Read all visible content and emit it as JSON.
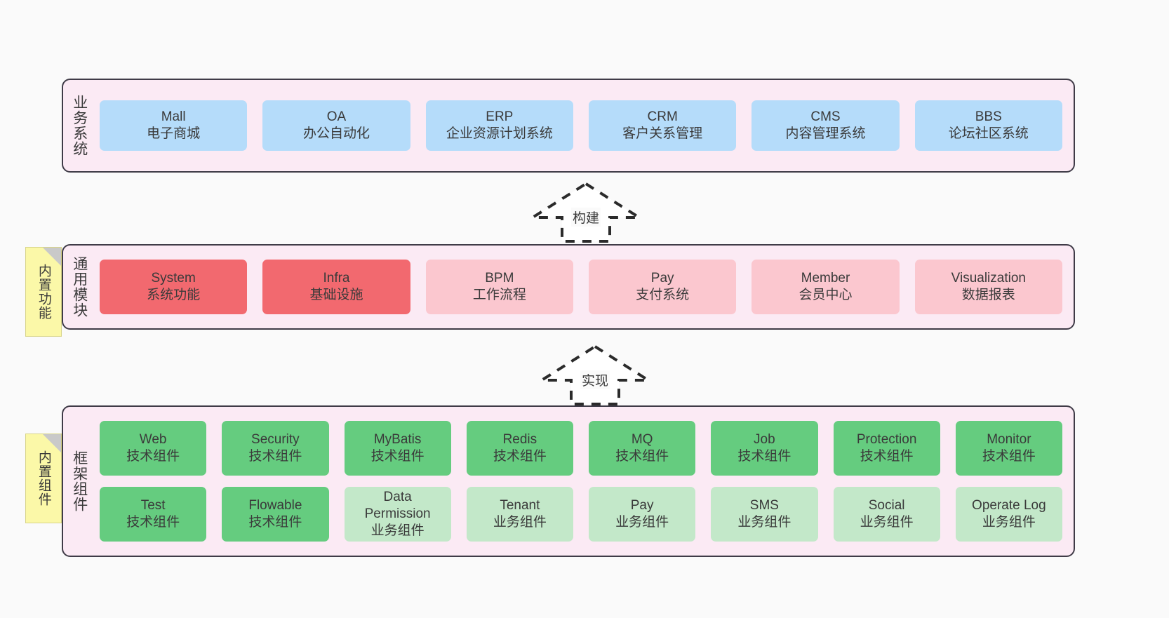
{
  "diagram": {
    "background_color": "#fafafa",
    "panel_color": "#fbeaf4",
    "panel_border_color": "#3f3b47",
    "note_color": "#fbf8a8"
  },
  "layers": [
    {
      "id": "business",
      "title": "业务系统",
      "accent": "#b5dcfa",
      "rows": [
        {
          "cells": [
            {
              "name": "Mall",
              "desc": "电子商城",
              "color": "#b5dcfa"
            },
            {
              "name": "OA",
              "desc": "办公自动化",
              "color": "#b5dcfa"
            },
            {
              "name": "ERP",
              "desc": "企业资源计划系统",
              "color": "#b5dcfa"
            },
            {
              "name": "CRM",
              "desc": "客户关系管理",
              "color": "#b5dcfa"
            },
            {
              "name": "CMS",
              "desc": "内容管理系统",
              "color": "#b5dcfa"
            },
            {
              "name": "BBS",
              "desc": "论坛社区系统",
              "color": "#b5dcfa"
            }
          ]
        }
      ]
    },
    {
      "id": "modules",
      "title": "通用模块",
      "accent": "#f2696f",
      "rows": [
        {
          "cells": [
            {
              "name": "System",
              "desc": "系统功能",
              "color": "#f2696f"
            },
            {
              "name": "Infra",
              "desc": "基础设施",
              "color": "#f2696f"
            },
            {
              "name": "BPM",
              "desc": "工作流程",
              "color": "#fbc7cf"
            },
            {
              "name": "Pay",
              "desc": "支付系统",
              "color": "#fbc7cf"
            },
            {
              "name": "Member",
              "desc": "会员中心",
              "color": "#fbc7cf"
            },
            {
              "name": "Visualization",
              "desc": "数据报表",
              "color": "#fbc7cf"
            }
          ]
        }
      ]
    },
    {
      "id": "framework",
      "title": "框架组件",
      "accent": "#65cc7f",
      "rows": [
        {
          "cells": [
            {
              "name": "Web",
              "desc": "技术组件",
              "color": "#65cc7f"
            },
            {
              "name": "Security",
              "desc": "技术组件",
              "color": "#65cc7f"
            },
            {
              "name": "MyBatis",
              "desc": "技术组件",
              "color": "#65cc7f"
            },
            {
              "name": "Redis",
              "desc": "技术组件",
              "color": "#65cc7f"
            },
            {
              "name": "MQ",
              "desc": "技术组件",
              "color": "#65cc7f"
            },
            {
              "name": "Job",
              "desc": "技术组件",
              "color": "#65cc7f"
            },
            {
              "name": "Protection",
              "desc": "技术组件",
              "color": "#65cc7f"
            },
            {
              "name": "Monitor",
              "desc": "技术组件",
              "color": "#65cc7f"
            }
          ]
        },
        {
          "cells": [
            {
              "name": "Test",
              "desc": "技术组件",
              "color": "#65cc7f"
            },
            {
              "name": "Flowable",
              "desc": "技术组件",
              "color": "#65cc7f"
            },
            {
              "name": "Data Permission",
              "desc": "业务组件",
              "color": "#c3e8c9"
            },
            {
              "name": "Tenant",
              "desc": "业务组件",
              "color": "#c3e8c9"
            },
            {
              "name": "Pay",
              "desc": "业务组件",
              "color": "#c3e8c9"
            },
            {
              "name": "SMS",
              "desc": "业务组件",
              "color": "#c3e8c9"
            },
            {
              "name": "Social",
              "desc": "业务组件",
              "color": "#c3e8c9"
            },
            {
              "name": "Operate Log",
              "desc": "业务组件",
              "color": "#c3e8c9"
            }
          ]
        }
      ]
    }
  ],
  "notes": [
    {
      "id": "note-modules",
      "label": "内置功能"
    },
    {
      "id": "note-framework",
      "label": "内置组件"
    }
  ],
  "arrows": [
    {
      "id": "arrow-build",
      "label": "构建",
      "direction": "up",
      "style": "dashed-hollow"
    },
    {
      "id": "arrow-impl",
      "label": "实现",
      "direction": "up",
      "style": "dashed-hollow"
    }
  ]
}
